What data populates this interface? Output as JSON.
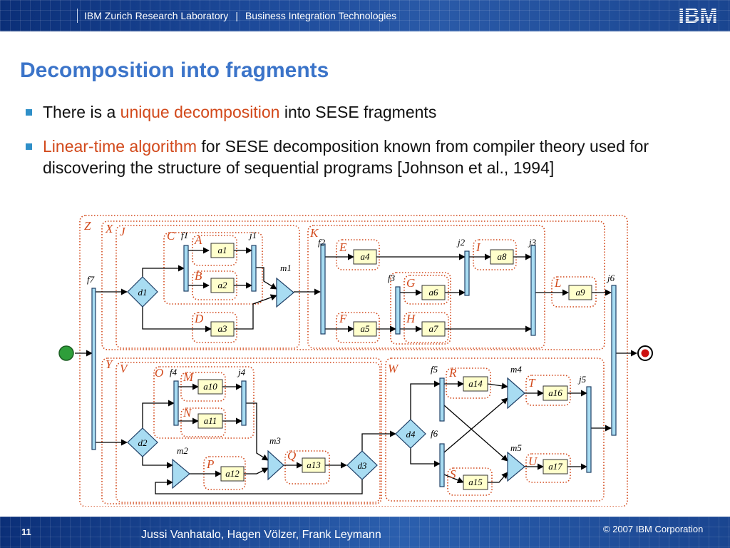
{
  "header": {
    "lab": "IBM Zurich Research Laboratory",
    "separator": "|",
    "group": "Business Integration Technologies",
    "logo": "IBM"
  },
  "title": "Decomposition into fragments",
  "bullets": [
    {
      "before": "There is a ",
      "highlight": "unique decomposition",
      "after": " into SESE fragments"
    },
    {
      "before": "",
      "highlight": "Linear-time algorithm",
      "after": " for SESE decomposition known from compiler theory used for discovering the structure of sequential programs [Johnson et al., 1994]"
    }
  ],
  "colors": {
    "accent_title": "#3b74c9",
    "highlight": "#d2491b",
    "bullet": "#2f8fc8",
    "task_fill": "#ffffcc",
    "gateway_fill": "#a8dcf2",
    "fragment_border": "#d2491b",
    "start_event": "#2e9e3a",
    "end_event": "#cc1111"
  },
  "diagram": {
    "fragments": [
      "Z",
      "X",
      "J",
      "C",
      "A",
      "B",
      "D",
      "K",
      "E",
      "F",
      "G",
      "H",
      "I",
      "L",
      "Y",
      "V",
      "O",
      "M",
      "N",
      "P",
      "Q",
      "W",
      "R",
      "S",
      "T",
      "U"
    ],
    "tasks": [
      "a1",
      "a2",
      "a3",
      "a4",
      "a5",
      "a6",
      "a7",
      "a8",
      "a9",
      "a10",
      "a11",
      "a12",
      "a13",
      "a14",
      "a15",
      "a16",
      "a17"
    ],
    "gateways": [
      "f1",
      "j1",
      "m1",
      "f2",
      "j2",
      "j3",
      "f3",
      "f7",
      "j6",
      "f4",
      "j4",
      "m2",
      "m3",
      "f5",
      "f6",
      "m4",
      "m5",
      "j5"
    ],
    "decisions": [
      "d1",
      "d2",
      "d3",
      "d4"
    ]
  },
  "footer": {
    "page": "11",
    "author": "Jussi Vanhatalo, Hagen Völzer, Frank Leymann",
    "copyright": "© 2007 IBM Corporation"
  }
}
